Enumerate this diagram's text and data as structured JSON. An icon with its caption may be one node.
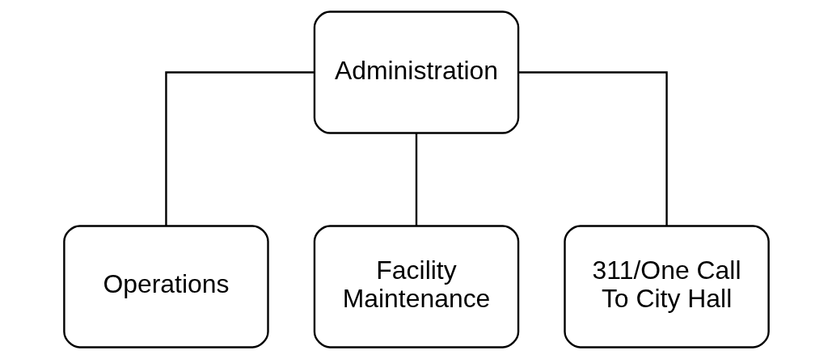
{
  "diagram": {
    "nodes": [
      {
        "text": [
          "Administration"
        ]
      },
      {
        "text": [
          "Operations"
        ]
      },
      {
        "text": [
          "Facility Maintenance"
        ]
      },
      {
        "text": [
          "311/One Call To City Hall"
        ]
      }
    ],
    "edges": [
      {
        "from": 0,
        "to": 1,
        "arrow": "none"
      },
      {
        "from": 0,
        "to": 2,
        "arrow": "none"
      },
      {
        "from": 0,
        "to": 3,
        "arrow": "none"
      }
    ]
  }
}
